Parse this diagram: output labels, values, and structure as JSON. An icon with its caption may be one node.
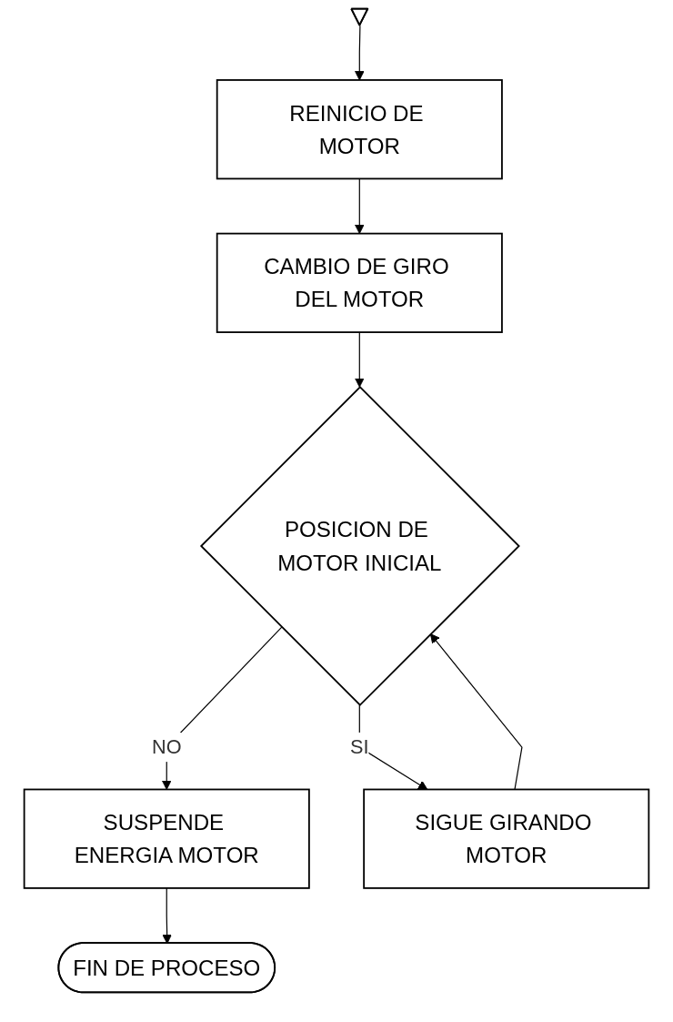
{
  "diagram": {
    "nodes": [
      {
        "text": [],
        "shape": "pentagon"
      },
      {
        "text": [
          "REINICIO DE MOTOR"
        ]
      },
      {
        "text": [
          "CAMBIO DE GIRO DEL MOTOR"
        ]
      },
      {
        "text": [
          "POSICION DE MOTOR INICIAL"
        ]
      },
      {
        "text": [
          "SUSPENDE ENERGIA MOTOR"
        ]
      },
      {
        "text": [
          "SIGUE GIRANDO MOTOR"
        ]
      },
      {
        "text": [
          "FIN DE PROCESO"
        ]
      }
    ],
    "edges": [
      {
        "from": 0,
        "to": 1,
        "arrow": "to"
      },
      {
        "from": 1,
        "to": 2,
        "arrow": "to"
      },
      {
        "from": 2,
        "to": 3,
        "arrow": "to"
      },
      {
        "from": 3,
        "to": 4,
        "label": "NO",
        "arrow": "to"
      },
      {
        "from": 3,
        "to": 5,
        "label": "SI",
        "arrow": "to"
      },
      {
        "from": 5,
        "to": 3,
        "arrow": "to"
      },
      {
        "from": 4,
        "to": 6,
        "arrow": "to"
      }
    ]
  }
}
